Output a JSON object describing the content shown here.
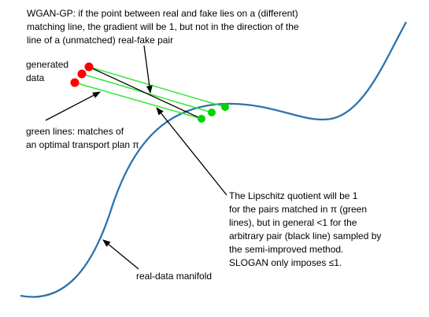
{
  "annotations": {
    "wgan_gp": "WGAN-GP: if the point between real and fake lies on a (different)\nmatching line, the gradient will be 1, but not in the direction of the\nline of a (unmatched) real-fake pair",
    "generated_data": "generated\ndata",
    "green_lines": "green lines: matches of\nan optimal transport plan π",
    "lipschitz": "The Lipschitz quotient will be 1\nfor the pairs matched in π (green\nlines), but in general <1 for the\narbitrary pair (black line) sampled by\nthe semi-improved method.\nSLOGAN only imposes ≤1.",
    "manifold": "real-data manifold"
  },
  "colors": {
    "manifold_curve": "#2d72ad",
    "generated_point": "#ff0000",
    "real_point": "#00d400",
    "matching_line": "#33e833",
    "arbitrary_pair_line": "#000000",
    "arrow": "#000000"
  }
}
